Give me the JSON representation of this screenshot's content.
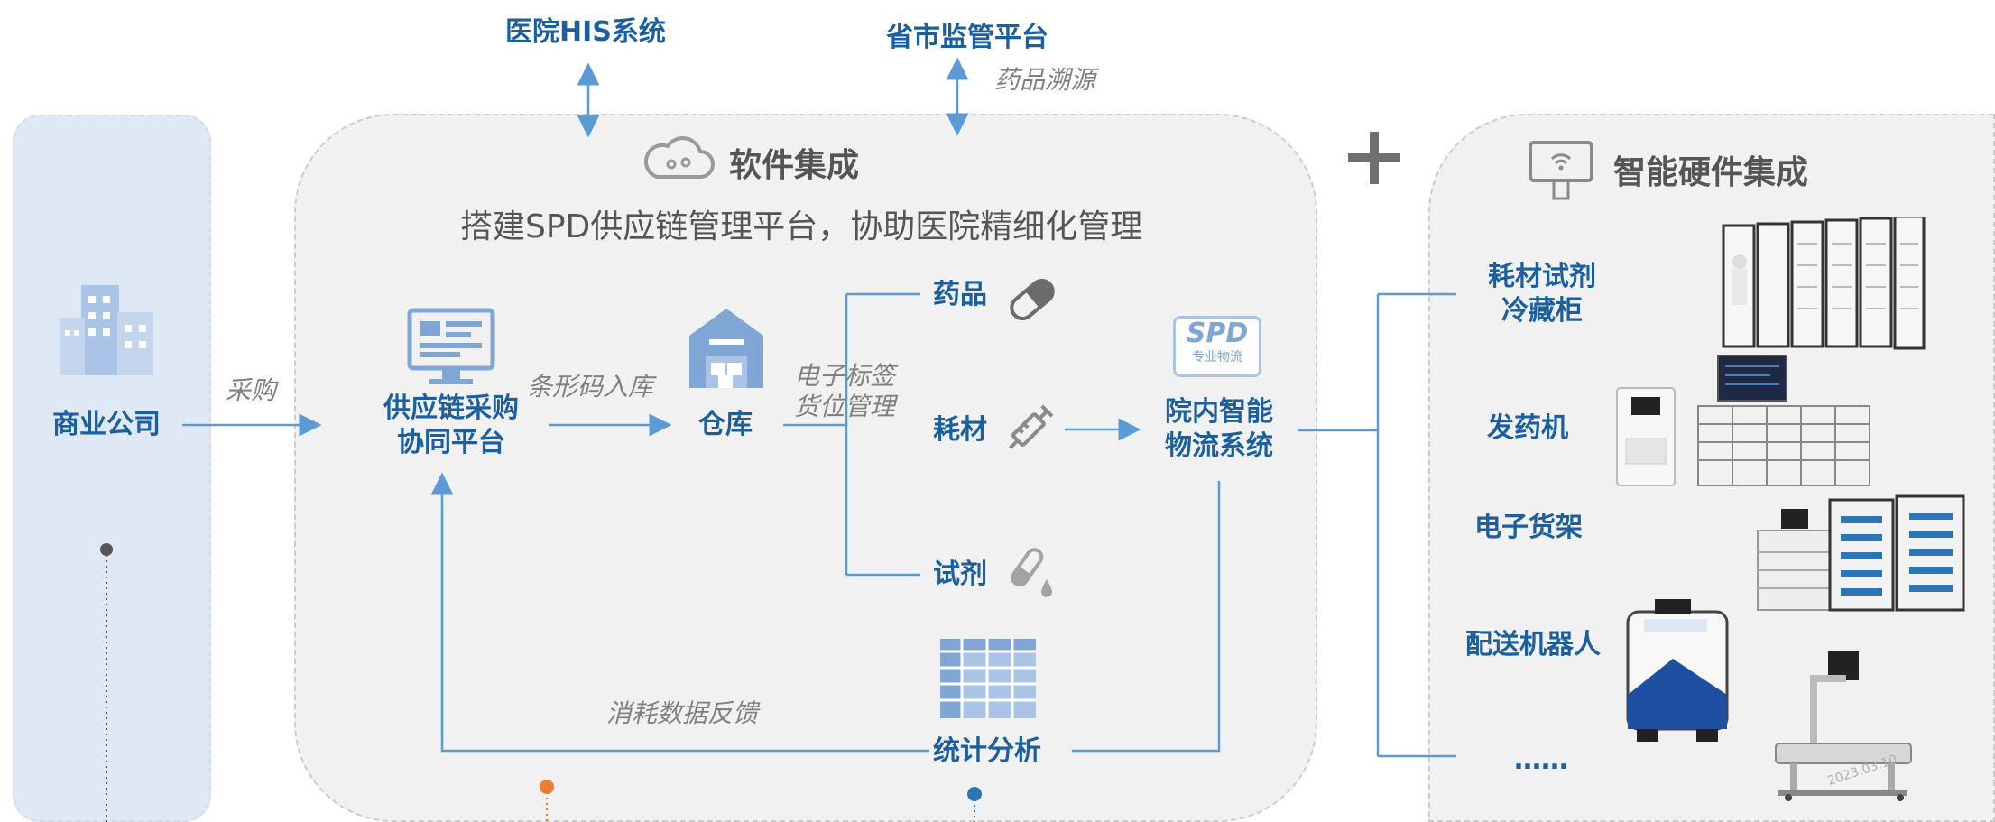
{
  "top_systems": {
    "his": "医院HIS系统",
    "regulator": "省市监管平台",
    "trace_note": "药品溯源"
  },
  "left_panel": {
    "company": "商业公司",
    "purchase_note": "采购"
  },
  "software": {
    "title": "软件集成",
    "subtitle": "搭建SPD供应链管理平台，协助医院精细化管理",
    "supply_platform_line1": "供应链采购",
    "supply_platform_line2": "协同平台",
    "barcode_note": "条形码入库",
    "warehouse": "仓库",
    "label_note_line1": "电子标签",
    "label_note_line2": "货位管理",
    "drug": "药品",
    "consumable": "耗材",
    "reagent": "试剂",
    "spd_badge_title": "SPD",
    "spd_badge_sub": "专业物流",
    "logistics_line1": "院内智能",
    "logistics_line2": "物流系统",
    "stats": "统计分析",
    "feedback_note": "消耗数据反馈"
  },
  "plus_sign": "+",
  "hardware": {
    "title": "智能硬件集成",
    "items": [
      {
        "line1": "耗材试剂",
        "line2": "冷藏柜"
      },
      {
        "line1": "发药机",
        "line2": ""
      },
      {
        "line1": "电子货架",
        "line2": ""
      },
      {
        "line1": "配送机器人",
        "line2": ""
      },
      {
        "line1": "……",
        "line2": ""
      }
    ],
    "photo_watermark": "2023.03.10"
  },
  "icons": {
    "company": "building-icon",
    "cloud": "cloud-icon",
    "platform": "monitor-icon",
    "warehouse": "warehouse-icon",
    "drug": "pill-icon",
    "consumable": "syringe-icon",
    "reagent": "test-tube-icon",
    "stats": "spreadsheet-icon",
    "hardware": "tablet-wifi-icon"
  },
  "colors": {
    "primary_blue": "#1b5f9f",
    "arrow_blue": "#5b9bd5",
    "grey_text": "#555555",
    "note_grey": "#808080",
    "orange_dot": "#ed7d31",
    "blue_dot": "#2e75b6"
  }
}
